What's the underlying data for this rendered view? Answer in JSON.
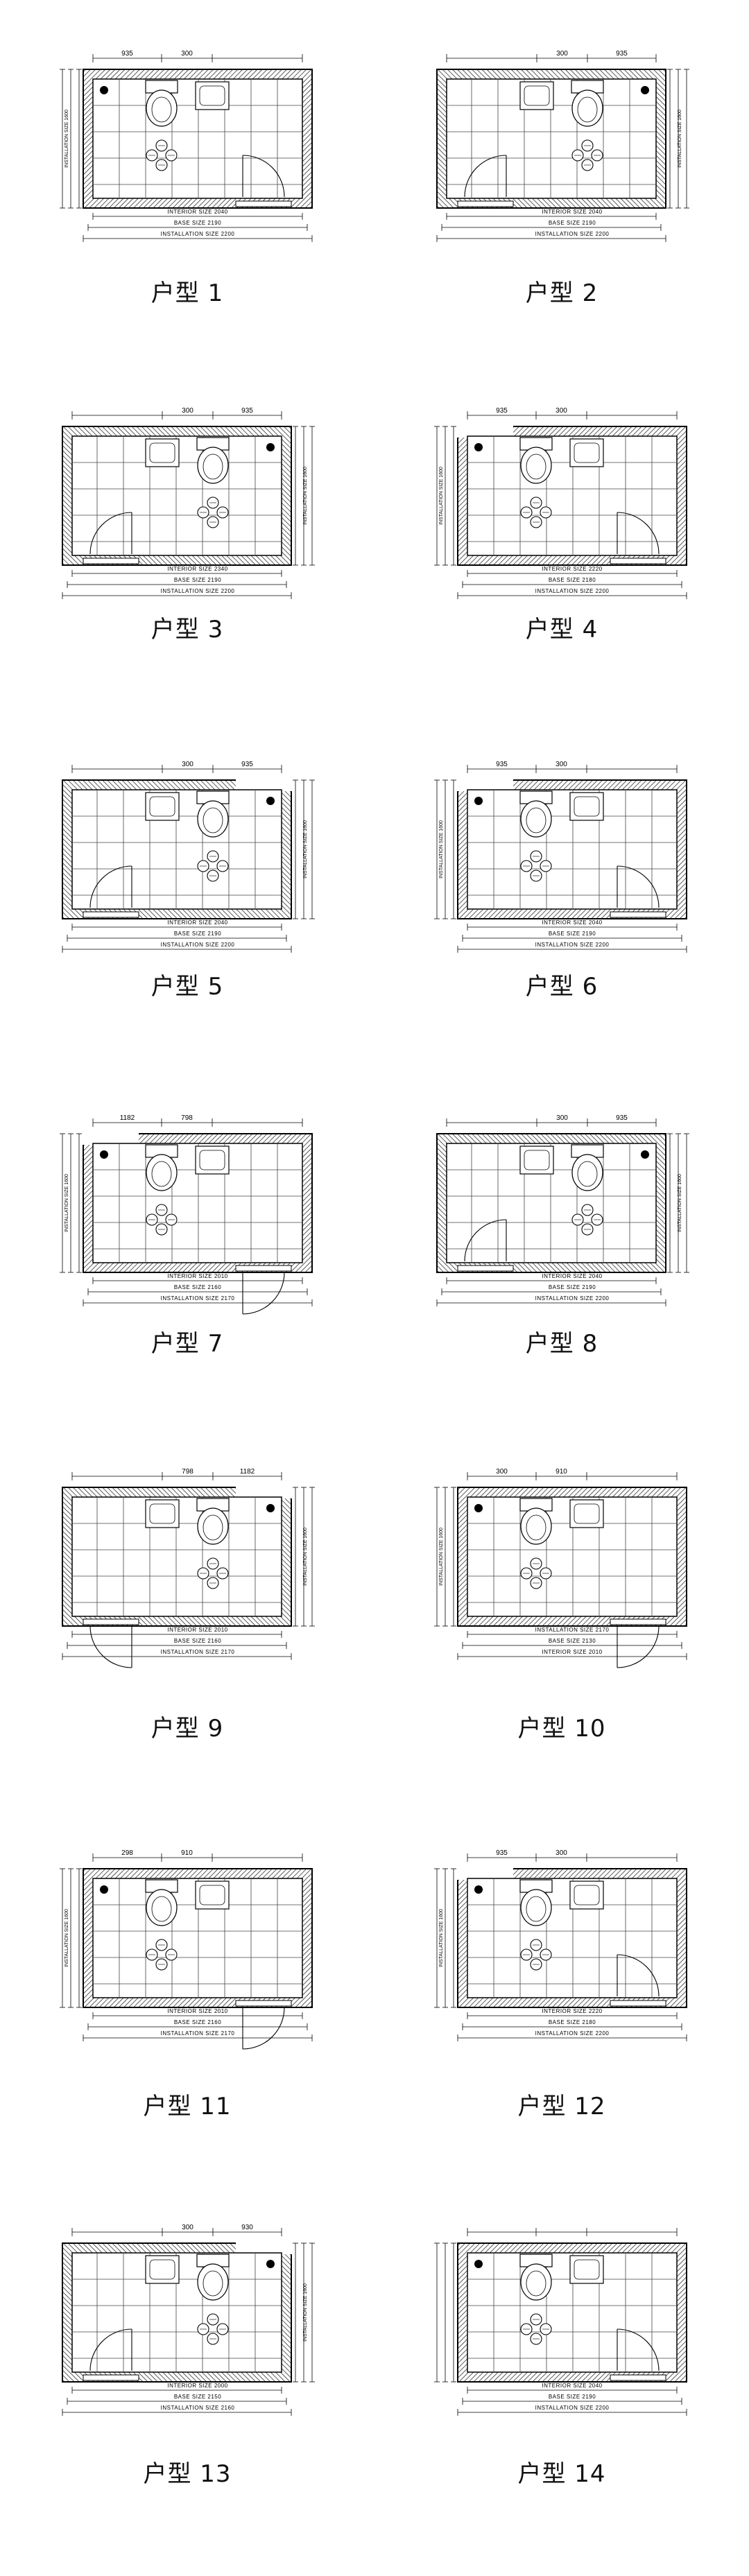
{
  "plans": [
    {
      "caption": "户型 1",
      "dims": [
        "INTERIOR SIZE 2040",
        "BASE SIZE 2190",
        "INSTALLATION SIZE 2200"
      ],
      "top_dims": [
        "935",
        "300"
      ],
      "side_label": "INSTALLATION SIZE 1600"
    },
    {
      "caption": "户型 2",
      "dims": [
        "INTERIOR SIZE 2040",
        "BASE SIZE 2190",
        "INSTALLATION SIZE 2200"
      ],
      "top_dims": [
        "300",
        "935"
      ],
      "side_label": "INSTALLATION SIZE 1600"
    },
    {
      "caption": "户型 3",
      "dims": [
        "INTERIOR SIZE 2340",
        "BASE SIZE 2190",
        "INSTALLATION SIZE 2200"
      ],
      "top_dims": [
        "300",
        "935"
      ],
      "side_label": "INSTALLATION SIZE 1600"
    },
    {
      "caption": "户型 4",
      "dims": [
        "INTERIOR SIZE 2220",
        "BASE SIZE 2180",
        "INSTALLATION SIZE 2200"
      ],
      "top_dims": [
        "935",
        "300"
      ],
      "side_label": "INSTALLATION SIZE 1600"
    },
    {
      "caption": "户型 5",
      "dims": [
        "INTERIOR SIZE 2040",
        "BASE SIZE 2190",
        "INSTALLATION SIZE 2200"
      ],
      "top_dims": [
        "300",
        "935"
      ],
      "side_label": "INSTALLATION SIZE 1600"
    },
    {
      "caption": "户型 6",
      "dims": [
        "INTERIOR SIZE 2040",
        "BASE SIZE 2190",
        "INSTALLATION SIZE 2200"
      ],
      "top_dims": [
        "935",
        "300"
      ],
      "side_label": "INSTALLATION SIZE 1600"
    },
    {
      "caption": "户型 7",
      "dims": [
        "INTERIOR SIZE 2010",
        "BASE SIZE 2160",
        "INSTALLATION SIZE 2170"
      ],
      "top_dims": [
        "1182",
        "798"
      ],
      "side_label": "INSTALLATION SIZE 1600"
    },
    {
      "caption": "户型 8",
      "dims": [
        "INTERIOR SIZE 2040",
        "BASE SIZE 2190",
        "INSTALLATION SIZE 2200"
      ],
      "top_dims": [
        "300",
        "935"
      ],
      "side_label": "INSTALLATION SIZE 1600"
    },
    {
      "caption": "户型 9",
      "dims": [
        "INTERIOR SIZE 2010",
        "BASE SIZE 2160",
        "INSTALLATION SIZE 2170"
      ],
      "top_dims": [
        "798",
        "1182"
      ],
      "side_label": "INSTALLATION SIZE 1600"
    },
    {
      "caption": "户型 10",
      "dims": [
        "INSTALLATION SIZE 2170",
        "BASE SIZE 2130",
        "INTERIOR SIZE 2010"
      ],
      "top_dims": [
        "300",
        "910"
      ],
      "side_label": "INSTALLATION SIZE 1600"
    },
    {
      "caption": "户型 11",
      "dims": [
        "INTERIOR SIZE 2010",
        "BASE SIZE 2160",
        "INSTALLATION SIZE 2170"
      ],
      "top_dims": [
        "298",
        "910"
      ],
      "side_label": "INSTALLATION SIZE 1600"
    },
    {
      "caption": "户型 12",
      "dims": [
        "INTERIOR SIZE 2220",
        "BASE SIZE 2180",
        "INSTALLATION SIZE 2200"
      ],
      "top_dims": [
        "935",
        "300"
      ],
      "side_label": "INSTALLATION SIZE 1600"
    },
    {
      "caption": "户型 13",
      "dims": [
        "INTERIOR SIZE 2000",
        "BASE SIZE 2150",
        "INSTALLATION SIZE 2160"
      ],
      "top_dims": [
        "300",
        "930"
      ],
      "side_label": "INSTALLATION SIZE 1600"
    },
    {
      "caption": "户型 14",
      "dims": [
        "INTERIOR SIZE 2040",
        "BASE SIZE 2190",
        "INSTALLATION SIZE 2200"
      ],
      "top_dims": [
        "",
        ""
      ],
      "side_label": ""
    }
  ]
}
